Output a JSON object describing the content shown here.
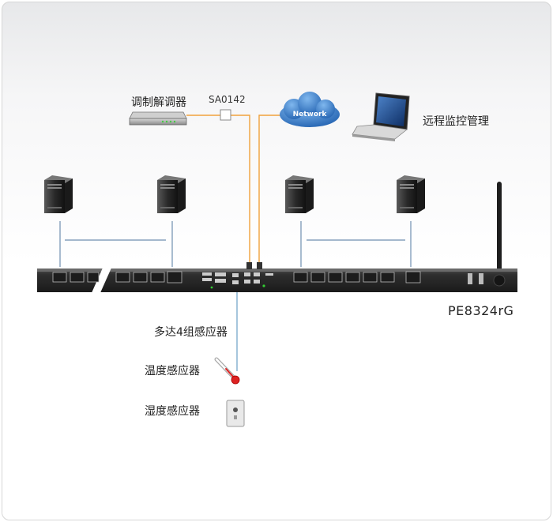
{
  "labels": {
    "modem": "调制解调器",
    "sensor_model": "SA0142",
    "network": "Network",
    "remote": "远程监控管理",
    "pdu_model": "PE8324rG",
    "sensors_count": "多达4组感应器",
    "temp_sensor": "温度感应器",
    "humidity_sensor": "湿度感应器"
  },
  "colors": {
    "orange_cable": "#f0a23c",
    "blue_cable": "#6c9fc6",
    "pdu_body": "#2b2b2b",
    "cloud": "#2f78c8"
  }
}
